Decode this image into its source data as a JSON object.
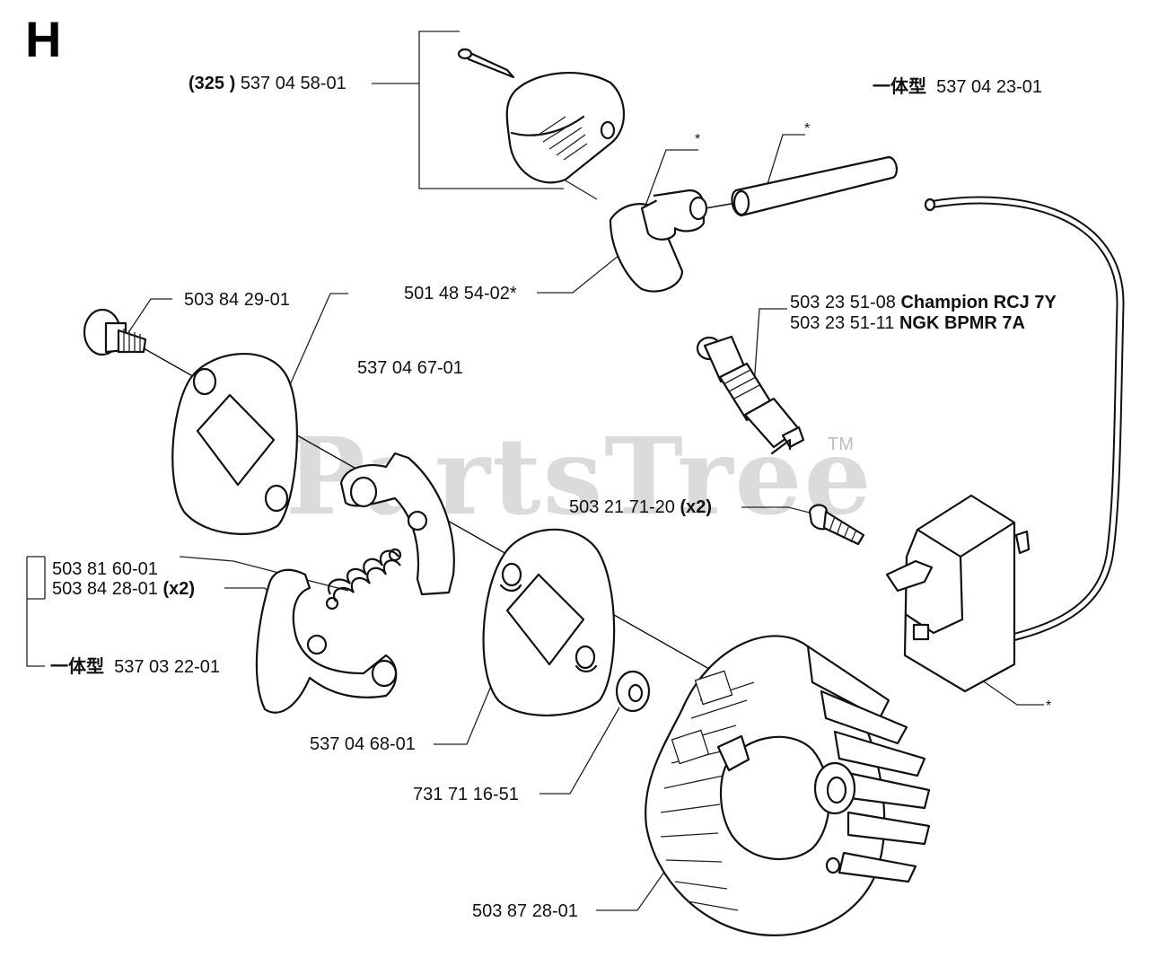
{
  "section_letter": "H",
  "watermark": {
    "text": "PartsTree",
    "trademark": "TM"
  },
  "parts": {
    "boot_cover": {
      "ref": "(325 )",
      "number": "537 04 58-01"
    },
    "ignition_kit": {
      "qualifier": "一体型",
      "number": "537 04 23-01"
    },
    "boot_asterisk": "*",
    "cable_asterisk": "*",
    "spark_plug_boot": "501 48 54-02*",
    "shoulder_screw": "503 84 29-01",
    "spark_plug_1": {
      "number": "503 23 51-08",
      "brand": "Champion RCJ 7Y"
    },
    "spark_plug_2": {
      "number": "503 23 51-11",
      "brand": "NGK BPMR 7A"
    },
    "clutch_plate_outer": "537 04 67-01",
    "module_screw": {
      "number": "503 21 71-20",
      "qty": "(x2)"
    },
    "spring": "503 81 60-01",
    "clutch_shoe": {
      "number": "503 84 28-01",
      "qty": "(x2)"
    },
    "clutch_assembly": {
      "qualifier": "一体型",
      "number": "537 03 22-01"
    },
    "clutch_plate_inner": "537 04 68-01",
    "washer": "731 71 16-51",
    "flywheel": "503 87 28-01",
    "module_asterisk": "*"
  }
}
